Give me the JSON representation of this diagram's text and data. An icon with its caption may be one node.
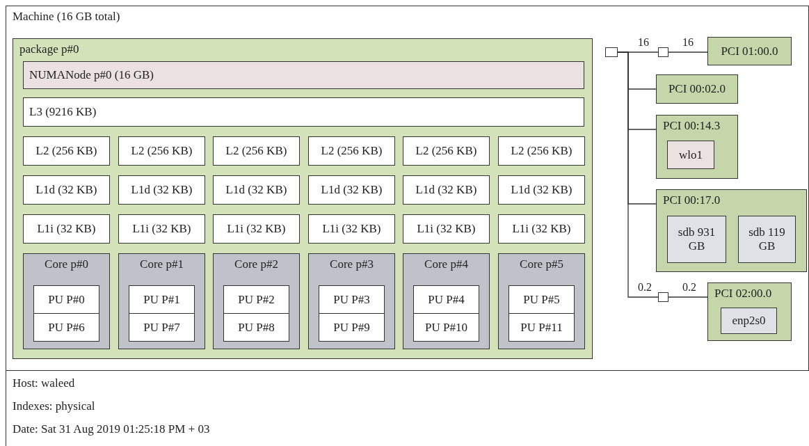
{
  "diagram": {
    "nodes": [
      {
        "text": [
          "Machine (16 GB total)"
        ]
      },
      {
        "text": [
          "package p#0"
        ],
        "in": 0
      },
      {
        "text": [
          "NUMANode p#0 (16 GB)"
        ],
        "in": 1
      },
      {
        "text": [
          "L3 (9216 KB)"
        ],
        "in": 1
      },
      {
        "text": [
          "L2 (256 KB)"
        ],
        "in": 1
      },
      {
        "text": [
          "L2 (256 KB)"
        ],
        "in": 1
      },
      {
        "text": [
          "L2 (256 KB)"
        ],
        "in": 1
      },
      {
        "text": [
          "L2 (256 KB)"
        ],
        "in": 1
      },
      {
        "text": [
          "L2 (256 KB)"
        ],
        "in": 1
      },
      {
        "text": [
          "L2 (256 KB)"
        ],
        "in": 1
      },
      {
        "text": [
          "L1d (32 KB)"
        ],
        "in": 1
      },
      {
        "text": [
          "L1d (32 KB)"
        ],
        "in": 1
      },
      {
        "text": [
          "L1d (32 KB)"
        ],
        "in": 1
      },
      {
        "text": [
          "L1d (32 KB)"
        ],
        "in": 1
      },
      {
        "text": [
          "L1d (32 KB)"
        ],
        "in": 1
      },
      {
        "text": [
          "L1d (32 KB)"
        ],
        "in": 1
      },
      {
        "text": [
          "L1i (32 KB)"
        ],
        "in": 1
      },
      {
        "text": [
          "L1i (32 KB)"
        ],
        "in": 1
      },
      {
        "text": [
          "L1i (32 KB)"
        ],
        "in": 1
      },
      {
        "text": [
          "L1i (32 KB)"
        ],
        "in": 1
      },
      {
        "text": [
          "L1i (32 KB)"
        ],
        "in": 1
      },
      {
        "text": [
          "L1i (32 KB)"
        ],
        "in": 1
      },
      {
        "text": [
          "Core p#0"
        ],
        "in": 1
      },
      {
        "text": [
          "PU P#0"
        ],
        "in": 22
      },
      {
        "text": [
          "PU P#6"
        ],
        "in": 22
      },
      {
        "text": [
          "Core p#1"
        ],
        "in": 1
      },
      {
        "text": [
          "PU P#1"
        ],
        "in": 25
      },
      {
        "text": [
          "PU P#7"
        ],
        "in": 25
      },
      {
        "text": [
          "Core p#2"
        ],
        "in": 1
      },
      {
        "text": [
          "PU P#2"
        ],
        "in": 28
      },
      {
        "text": [
          "PU P#8"
        ],
        "in": 28
      },
      {
        "text": [
          "Core p#3"
        ],
        "in": 1
      },
      {
        "text": [
          "PU P#3"
        ],
        "in": 31
      },
      {
        "text": [
          "PU P#9"
        ],
        "in": 31
      },
      {
        "text": [
          "Core p#4"
        ],
        "in": 1
      },
      {
        "text": [
          "PU P#4"
        ],
        "in": 34
      },
      {
        "text": [
          "PU P#10"
        ],
        "in": 34
      },
      {
        "text": [
          "Core p#5"
        ],
        "in": 1
      },
      {
        "text": [
          "PU P#5"
        ],
        "in": 37
      },
      {
        "text": [
          "PU P#11"
        ],
        "in": 37
      },
      {
        "text": [],
        "shape": "box",
        "in": 0
      },
      {
        "text": [],
        "shape": "box",
        "in": 0
      },
      {
        "text": [
          "PCI 01:00.0"
        ],
        "in": 0
      },
      {
        "text": [
          "PCI 00:02.0"
        ],
        "in": 0
      },
      {
        "text": [
          "PCI 00:14.3"
        ],
        "in": 0
      },
      {
        "text": [
          "wlo1"
        ],
        "in": 44
      },
      {
        "text": [
          "PCI 00:17.0"
        ],
        "in": 0
      },
      {
        "text": [
          "sdb 931 GB"
        ],
        "in": 46
      },
      {
        "text": [
          "sdb 119 GB"
        ],
        "in": 46
      },
      {
        "text": [],
        "shape": "box",
        "in": 0
      },
      {
        "text": [
          "PCI 02:00.0"
        ],
        "in": 0
      },
      {
        "text": [
          "enp2s0"
        ],
        "in": 50
      }
    ],
    "edges": [
      {
        "from": 40,
        "to": 41,
        "arrow": "none",
        "label": "16"
      },
      {
        "from": 41,
        "to": 42,
        "arrow": "none",
        "label": "16"
      },
      {
        "from": 40,
        "to": 43,
        "arrow": "none"
      },
      {
        "from": 40,
        "to": 44,
        "arrow": "none"
      },
      {
        "from": 40,
        "to": 46,
        "arrow": "none"
      },
      {
        "from": 40,
        "to": 49,
        "arrow": "none",
        "label": "0.2"
      },
      {
        "from": 49,
        "to": 50,
        "arrow": "none",
        "label": "0.2"
      }
    ],
    "labels": [
      "Host: waleed",
      "Indexes: physical",
      "Date: Sat 31 Aug 2019 01:25:18 PM + 03"
    ]
  }
}
